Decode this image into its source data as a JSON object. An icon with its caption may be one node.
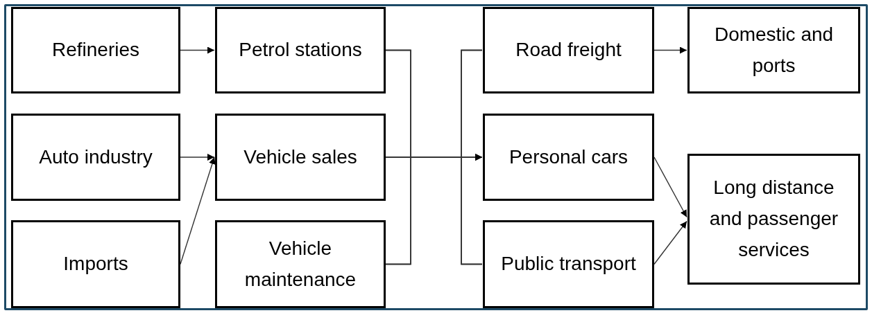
{
  "diagram": {
    "nodes": [
      {
        "text": [
          "Refineries"
        ]
      },
      {
        "text": [
          "Petrol stations"
        ]
      },
      {
        "text": [
          "Road freight"
        ]
      },
      {
        "text": [
          "Domestic and ports"
        ]
      },
      {
        "text": [
          "Auto industry"
        ]
      },
      {
        "text": [
          "Vehicle sales"
        ]
      },
      {
        "text": [
          "Personal cars"
        ]
      },
      {
        "text": [
          "Long distance and passenger services"
        ]
      },
      {
        "text": [
          "Imports"
        ]
      },
      {
        "text": [
          "Vehicle maintenance"
        ]
      },
      {
        "text": [
          "Public transport"
        ]
      }
    ],
    "edges": [
      {
        "from": 0,
        "to": 1,
        "arrow": "to"
      },
      {
        "from": 4,
        "to": 5,
        "arrow": "to"
      },
      {
        "from": 8,
        "to": 5,
        "arrow": "to"
      },
      {
        "from": 1,
        "to": 2,
        "arrow": "none"
      },
      {
        "from": 1,
        "to": 6,
        "arrow": "to"
      },
      {
        "from": 1,
        "to": 10,
        "arrow": "none"
      },
      {
        "from": 5,
        "to": 2,
        "arrow": "none"
      },
      {
        "from": 5,
        "to": 6,
        "arrow": "to"
      },
      {
        "from": 5,
        "to": 10,
        "arrow": "none"
      },
      {
        "from": 9,
        "to": 2,
        "arrow": "none"
      },
      {
        "from": 9,
        "to": 6,
        "arrow": "to"
      },
      {
        "from": 9,
        "to": 10,
        "arrow": "none"
      },
      {
        "from": 2,
        "to": 3,
        "arrow": "to"
      },
      {
        "from": 6,
        "to": 7,
        "arrow": "to"
      },
      {
        "from": 10,
        "to": 7,
        "arrow": "to"
      }
    ]
  }
}
